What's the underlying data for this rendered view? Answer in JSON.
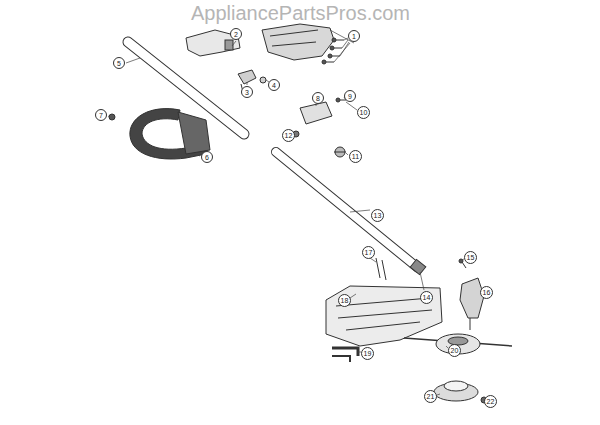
{
  "diagram": {
    "nodes": [
      {
        "text": [
          "2"
        ]
      },
      {
        "text": [
          "1"
        ]
      },
      {
        "text": [
          "5"
        ]
      },
      {
        "text": [
          "4"
        ]
      },
      {
        "text": [
          "3"
        ]
      },
      {
        "text": [
          "9"
        ]
      },
      {
        "text": [
          "8"
        ]
      },
      {
        "text": [
          "10"
        ]
      },
      {
        "text": [
          "7"
        ]
      },
      {
        "text": [
          "12"
        ]
      },
      {
        "text": [
          "11"
        ]
      },
      {
        "text": [
          "6"
        ]
      },
      {
        "text": [
          "13"
        ]
      },
      {
        "text": [
          "17"
        ]
      },
      {
        "text": [
          "15"
        ]
      },
      {
        "text": [
          "16"
        ]
      },
      {
        "text": [
          "14"
        ]
      },
      {
        "text": [
          "18"
        ]
      },
      {
        "text": [
          "20"
        ]
      },
      {
        "text": [
          "19"
        ]
      },
      {
        "text": [
          "21"
        ]
      },
      {
        "text": [
          "22"
        ]
      }
    ],
    "edges": [],
    "labels": [
      "AppliancePartsPros.com"
    ]
  }
}
